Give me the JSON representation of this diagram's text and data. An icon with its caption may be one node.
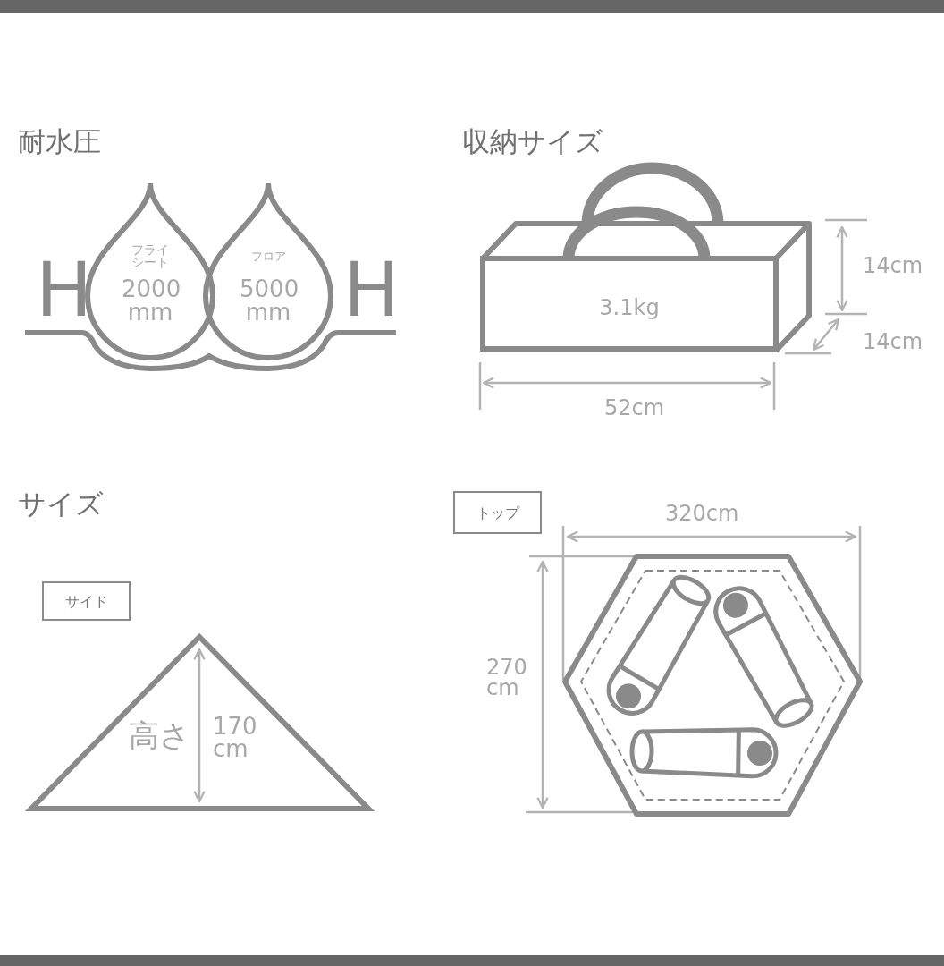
{
  "diagram": {
    "nodes": [
      {
        "text": [
          "フライシート",
          "2000 mm"
        ]
      },
      {
        "text": [
          "フロア",
          "5000 mm"
        ]
      },
      {
        "text": [
          "3.1kg"
        ]
      },
      {
        "text": [
          "サイド"
        ]
      },
      {
        "text": [
          "高さ"
        ]
      },
      {
        "text": [
          "トップ"
        ]
      }
    ],
    "labels": [
      "耐水圧",
      "H",
      "H",
      "収納サイズ",
      "14cm",
      "14cm",
      "52cm",
      "サイズ",
      "320cm",
      "270 cm",
      "170 cm"
    ]
  }
}
